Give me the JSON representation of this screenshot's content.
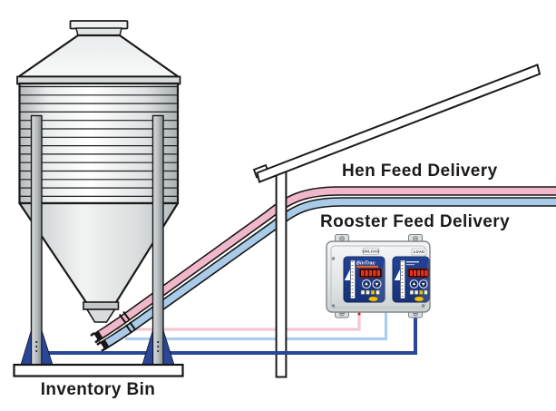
{
  "diagram": {
    "labels": {
      "hen_feed_delivery": "Hen Feed Delivery",
      "rooster_feed_delivery": "Rooster Feed Delivery",
      "inventory_bin": "Inventory Bin"
    },
    "controller": {
      "unload_plate": "UNLOAD",
      "load_plate": "LOAD",
      "brand": "BinTrac"
    },
    "colors": {
      "hen_pipe_pink": "#F0B7CA",
      "rooster_pipe_blue": "#A9CBE8",
      "hen_cable_pink": "#F7C6D5",
      "rooster_cable_blue": "#ACCDEC",
      "weigh_cable_navy": "#2A4697",
      "panel_face_blue": "#1C3C8C",
      "led_red": "#E8321E",
      "accent_yellow": "#F2C200"
    }
  }
}
